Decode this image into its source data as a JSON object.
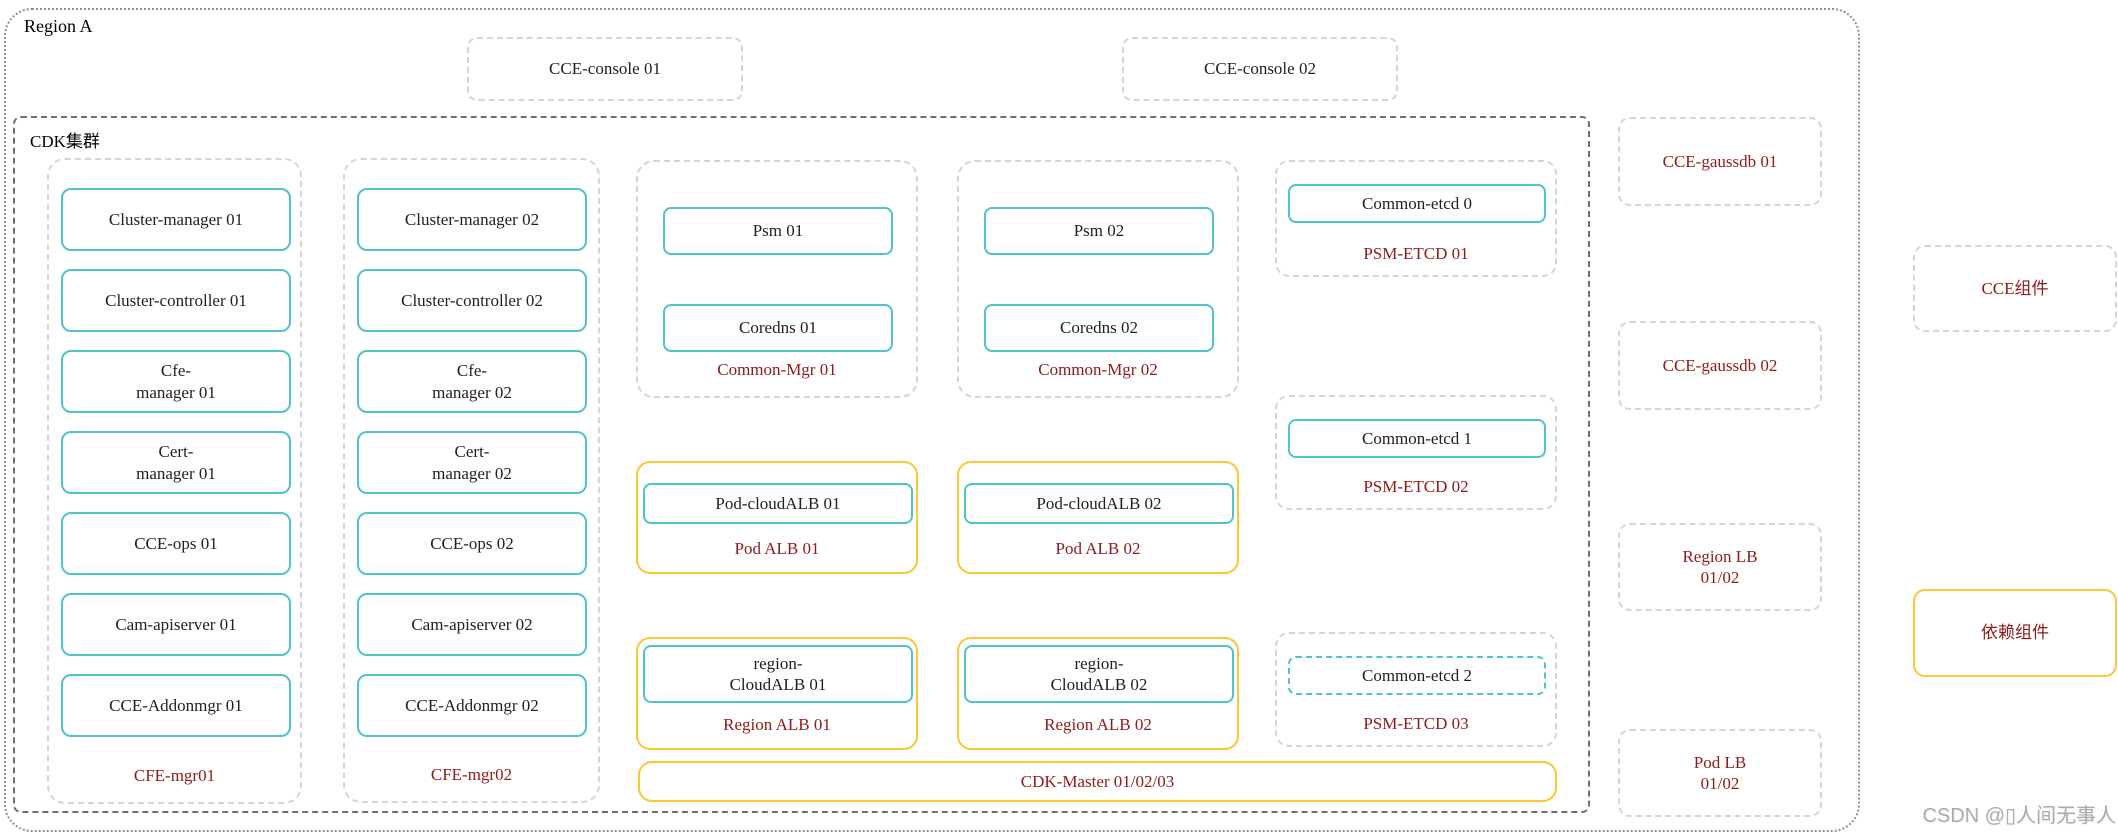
{
  "colors": {
    "teal_border": "#4FC3C8",
    "yellow_border": "#FFC633",
    "red_label": "#8E1A1A",
    "gray_dash_border": "#d5d5d5",
    "watermark_gray": "#ababab"
  },
  "region": {
    "label": "Region A"
  },
  "consoles": [
    {
      "label": "CCE-console 01"
    },
    {
      "label": "CCE-console 02"
    }
  ],
  "cdk": {
    "label": "CDK集群",
    "cfe_groups": [
      {
        "label": "CFE-mgr01",
        "items": [
          "Cluster-manager 01",
          "Cluster-controller 01",
          "Cfe-\nmanager 01",
          "Cert-\nmanager 01",
          "CCE-ops 01",
          "Cam-apiserver 01",
          "CCE-Addonmgr 01"
        ]
      },
      {
        "label": "CFE-mgr02",
        "items": [
          "Cluster-manager 02",
          "Cluster-controller 02",
          "Cfe-\nmanager 02",
          "Cert-\nmanager 02",
          "CCE-ops 02",
          "Cam-apiserver 02",
          "CCE-Addonmgr 02"
        ]
      }
    ],
    "common_mgr_groups": [
      {
        "label": "Common-Mgr 01",
        "items": [
          "Psm 01",
          "Coredns 01"
        ]
      },
      {
        "label": "Common-Mgr 02",
        "items": [
          "Psm 02",
          "Coredns 02"
        ]
      }
    ],
    "psm_etcd_groups": [
      {
        "label": "PSM-ETCD 01",
        "item": "Common-etcd 0"
      },
      {
        "label": "PSM-ETCD 02",
        "item": "Common-etcd 1"
      },
      {
        "label": "PSM-ETCD 03",
        "item": "Common-etcd 2"
      }
    ],
    "pod_alb_groups": [
      {
        "label": "Pod ALB 01",
        "item": "Pod-cloudALB 01"
      },
      {
        "label": "Pod ALB 02",
        "item": "Pod-cloudALB 02"
      }
    ],
    "region_alb_groups": [
      {
        "label": "Region ALB 01",
        "item": "region-\nCloudALB 01"
      },
      {
        "label": "Region ALB 02",
        "item": "region-\nCloudALB 02"
      }
    ],
    "cdk_master": {
      "label": "CDK-Master 01/02/03"
    }
  },
  "side_nodes": [
    {
      "label": "CCE-gaussdb 01"
    },
    {
      "label": "CCE-gaussdb 02"
    },
    {
      "label": "Region LB\n01/02"
    },
    {
      "label": "Pod LB\n01/02"
    }
  ],
  "legend": [
    {
      "label": "CCE组件",
      "style": "gray-dashed"
    },
    {
      "label": "依赖组件",
      "style": "yellow-solid"
    }
  ],
  "watermark": "CSDN @▯人间无事人"
}
